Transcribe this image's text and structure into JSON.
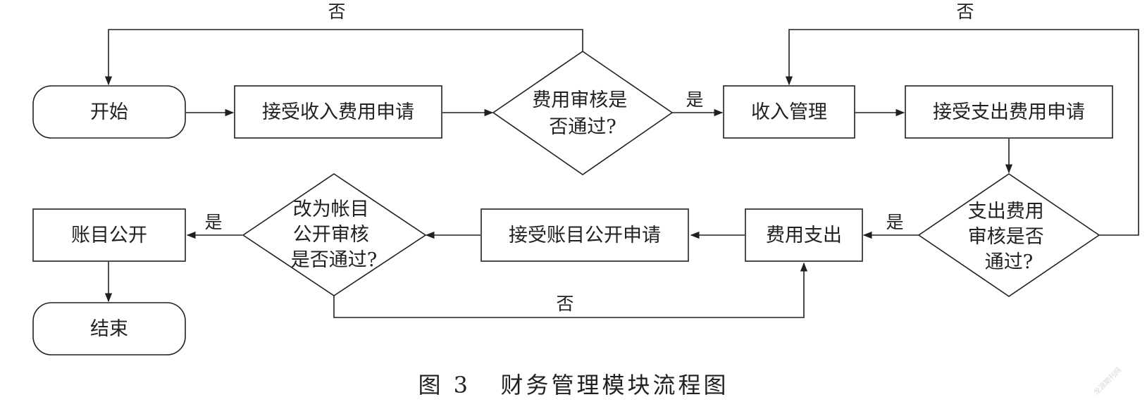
{
  "nodes": {
    "start": "开始",
    "receive_income": "接受收入费用申请",
    "income_review": [
      "费用审核是",
      "否通过?"
    ],
    "income_manage": "收入管理",
    "receive_expense": "接受支出费用申请",
    "expense_review": [
      "支出费用",
      "审核是否",
      "通过?"
    ],
    "expense_pay": "费用支出",
    "receive_account": "接受账目公开申请",
    "account_review": [
      "改为帐目",
      "公开审核",
      "是否通过?"
    ],
    "account_open": "账目公开",
    "end": "结束"
  },
  "edges": {
    "yes": "是",
    "no": "否"
  },
  "caption": {
    "number": "图 3",
    "title": "财务管理模块流程图"
  },
  "watermark": "龙源期刊网",
  "colors": {
    "stroke": "#231f20",
    "background": "#ffffff"
  }
}
